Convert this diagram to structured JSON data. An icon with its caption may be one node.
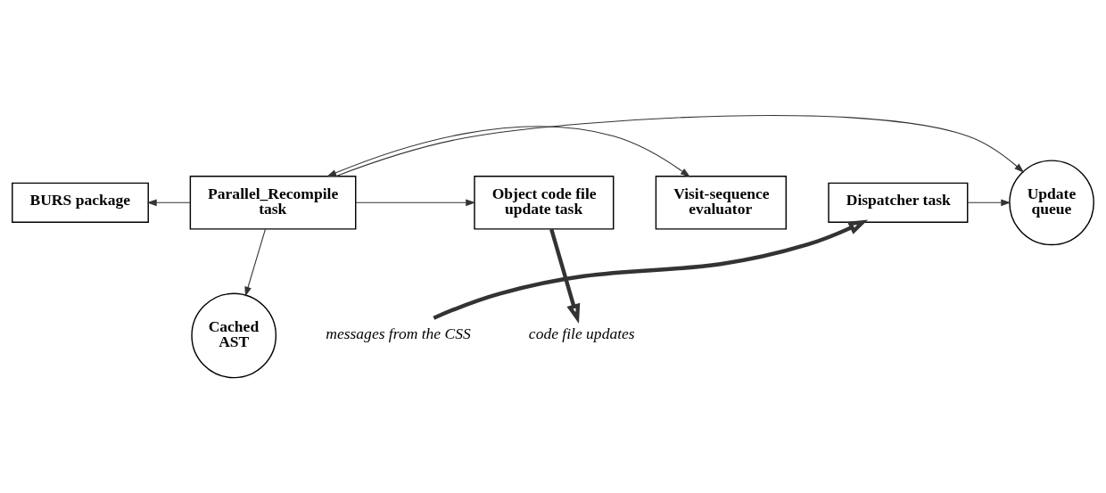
{
  "diagram": {
    "nodes": [
      {
        "text": [
          "BURS package"
        ]
      },
      {
        "text": [
          "Visit-sequence evaluator"
        ]
      },
      {
        "text": [
          "Dispatcher task"
        ]
      },
      {
        "text": [
          "Update queue"
        ]
      },
      {
        "text": [
          "Parallel_Recompile task"
        ]
      },
      {
        "text": [
          "Object code file update task"
        ]
      },
      {
        "text": [
          "messages from the CSS"
        ]
      },
      {
        "text": [
          "Cached AST"
        ]
      },
      {
        "text": [
          "code file updates"
        ]
      }
    ],
    "edges": [
      {
        "from": 4,
        "to": 0,
        "arrow": "to"
      },
      {
        "from": 4,
        "to": 1,
        "arrow": "both"
      },
      {
        "from": 2,
        "to": 3,
        "arrow": "to"
      },
      {
        "from": 4,
        "to": 3,
        "arrow": "to"
      },
      {
        "from": 4,
        "to": 5,
        "arrow": "to"
      },
      {
        "from": 6,
        "to": 2,
        "arrow": "to",
        "style": "thick"
      },
      {
        "from": 4,
        "to": 7,
        "arrow": "to"
      },
      {
        "from": 5,
        "to": 8,
        "arrow": "to",
        "style": "thick"
      }
    ]
  }
}
